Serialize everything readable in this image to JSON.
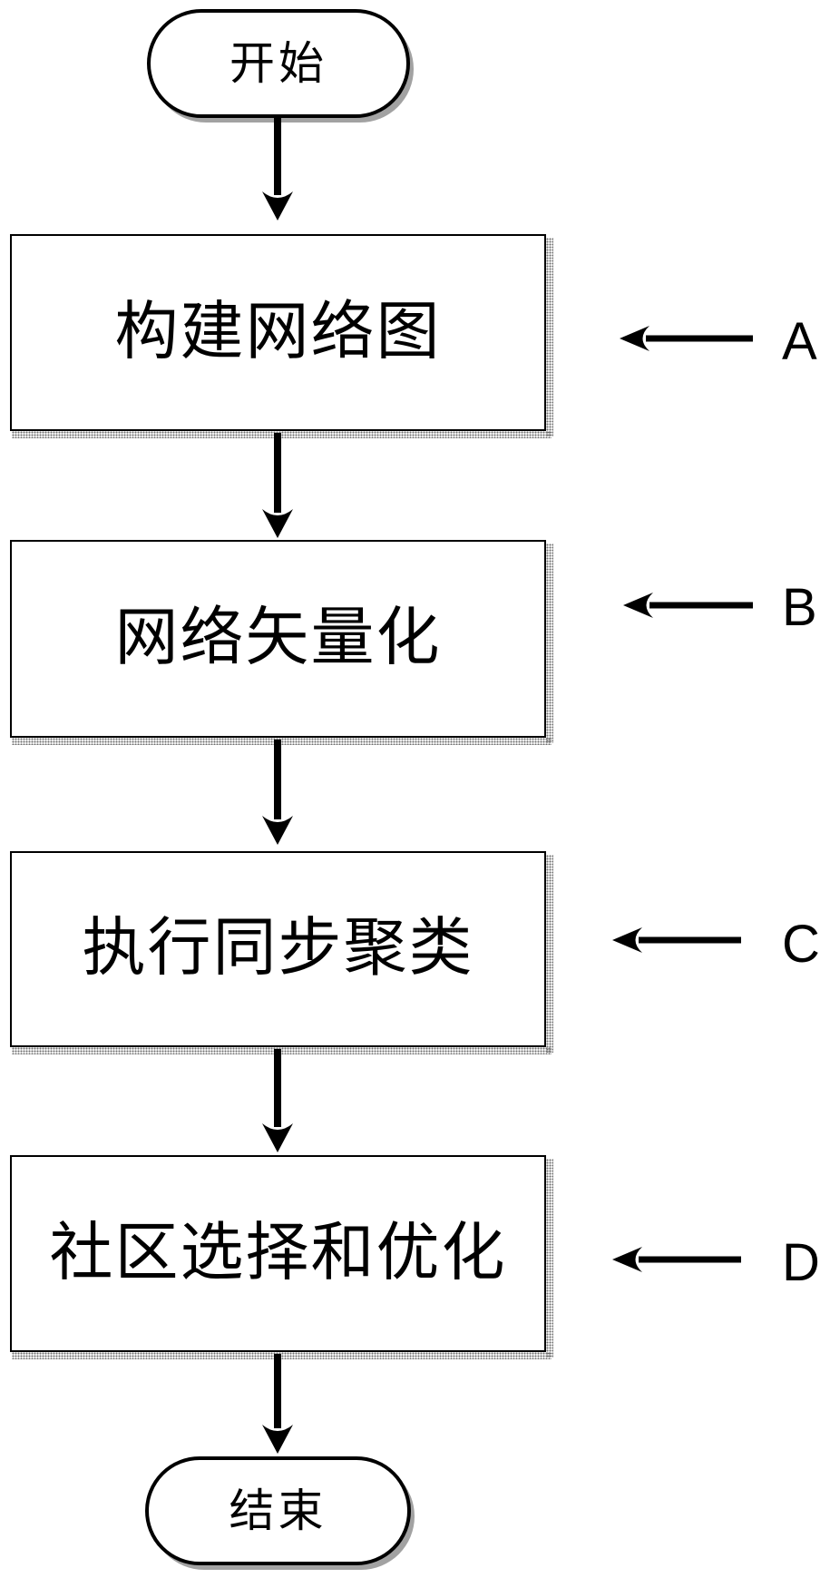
{
  "flowchart": {
    "title_hint": "flowchart",
    "start_label": "开始",
    "end_label": "结束",
    "steps": [
      {
        "marker": "A",
        "label": "构建网络图"
      },
      {
        "marker": "B",
        "label": "网络矢量化"
      },
      {
        "marker": "C",
        "label": "执行同步聚类"
      },
      {
        "marker": "D",
        "label": "社区选择和优化"
      }
    ],
    "colors": {
      "line": "#000000",
      "fill": "#ffffff",
      "shadow": "#a2a2a2"
    }
  }
}
